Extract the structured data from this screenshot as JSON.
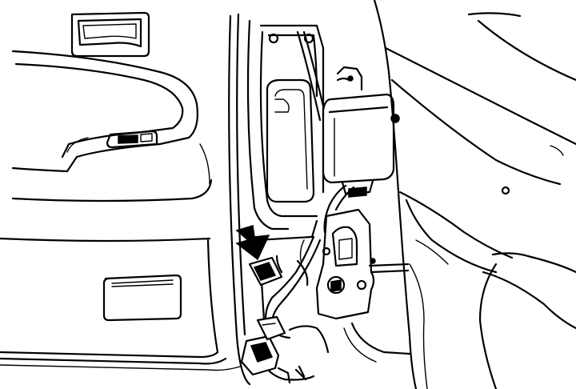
{
  "diagram": {
    "colors": {
      "ink": "#000000",
      "paper": "#ffffff"
    },
    "parts": [
      "door-handle",
      "door-trim-panel",
      "window-switch",
      "door-pocket",
      "center-pillar",
      "seat-belt-retractor",
      "wiring-harness",
      "connector",
      "pointer-arrow",
      "seat"
    ]
  }
}
